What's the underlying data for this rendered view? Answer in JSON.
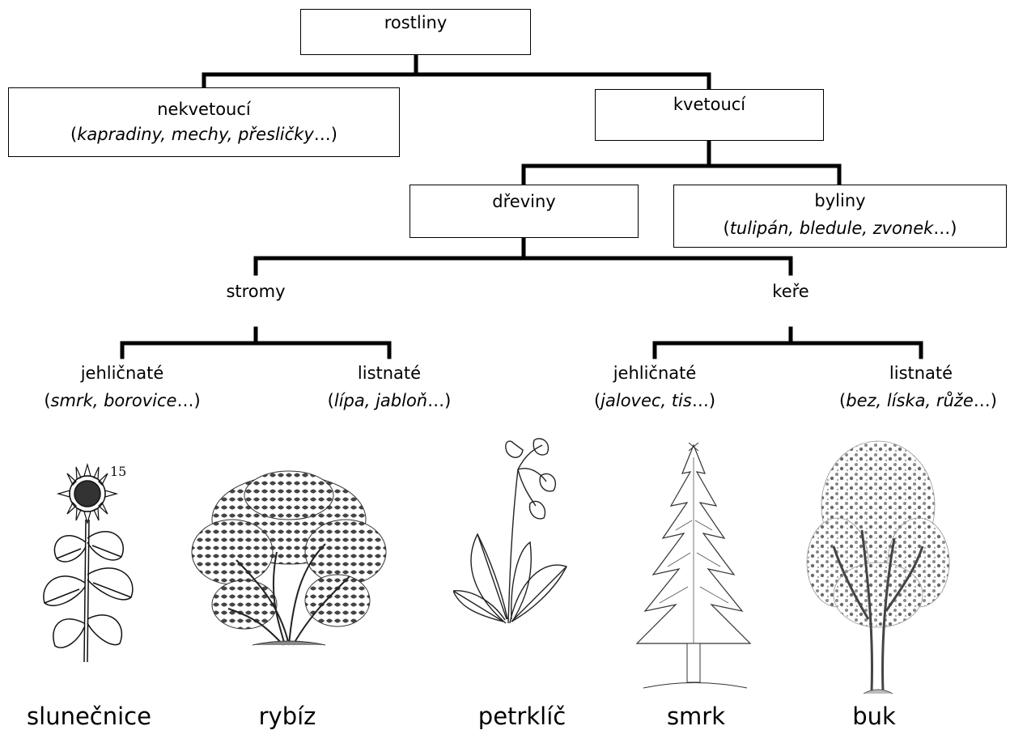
{
  "tree": {
    "root": {
      "label": "rostliny"
    },
    "nekvetouci": {
      "label": "nekvetoucí",
      "open": "(",
      "examples": "kapradiny, mechy, přesličky",
      "close": "…)"
    },
    "kvetouci": {
      "label": "kvetoucí"
    },
    "dreviny": {
      "label": "dřeviny"
    },
    "byliny": {
      "label": "byliny",
      "open": "(",
      "examples": "tulipán, bledule, zvonek",
      "close": "…)"
    },
    "stromy": {
      "label": "stromy"
    },
    "kere": {
      "label": "keře"
    },
    "stromy_jehlicnate": {
      "label": "jehličnaté",
      "open": "(",
      "examples": "smrk, borovice",
      "close": "…)"
    },
    "stromy_listnate": {
      "label": "listnaté",
      "open": "(",
      "examples": "lípa, jabloň",
      "close": "…)"
    },
    "kere_jehlicnate": {
      "label": "jehličnaté",
      "open": "(",
      "examples": "jalovec, tis",
      "close": "…)"
    },
    "kere_listnate": {
      "label": "listnaté",
      "open": "(",
      "examples": "bez, líska, růže",
      "close": "…)"
    }
  },
  "illustrations": [
    {
      "icon": "sunflower-illustration",
      "caption": "slunečnice",
      "corner_text": "15"
    },
    {
      "icon": "currant-bush-illustration",
      "caption": "rybíz"
    },
    {
      "icon": "primrose-illustration",
      "caption": "petrklíč"
    },
    {
      "icon": "spruce-tree-illustration",
      "caption": "smrk"
    },
    {
      "icon": "beech-tree-illustration",
      "caption": "buk"
    }
  ],
  "colors": {
    "line": "#000000",
    "background": "#ffffff"
  }
}
